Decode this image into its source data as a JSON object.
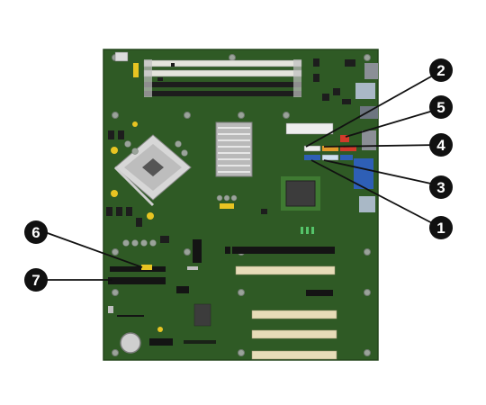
{
  "callouts": [
    {
      "number": "1"
    },
    {
      "number": "2"
    },
    {
      "number": "3"
    },
    {
      "number": "4"
    },
    {
      "number": "5"
    },
    {
      "number": "6"
    },
    {
      "number": "7"
    }
  ],
  "colors": {
    "board": "#2f5a25",
    "board_edge": "#23451b",
    "callout_fill": "#111111",
    "leader": "#111111",
    "dimm_white": "#e4e4dc",
    "dimm_black": "#1d1d1d",
    "pci_slot": "#e7dcb8",
    "pcie_slot": "#141414",
    "chip": "#3c3c3c",
    "heatsink": "#cfcfcf",
    "connector_blue": "#2e5fb6",
    "connector_orange": "#e39a2b",
    "connector_white": "#eeeeee",
    "connector_yellow": "#e8c422",
    "gold": "#d8b640"
  }
}
